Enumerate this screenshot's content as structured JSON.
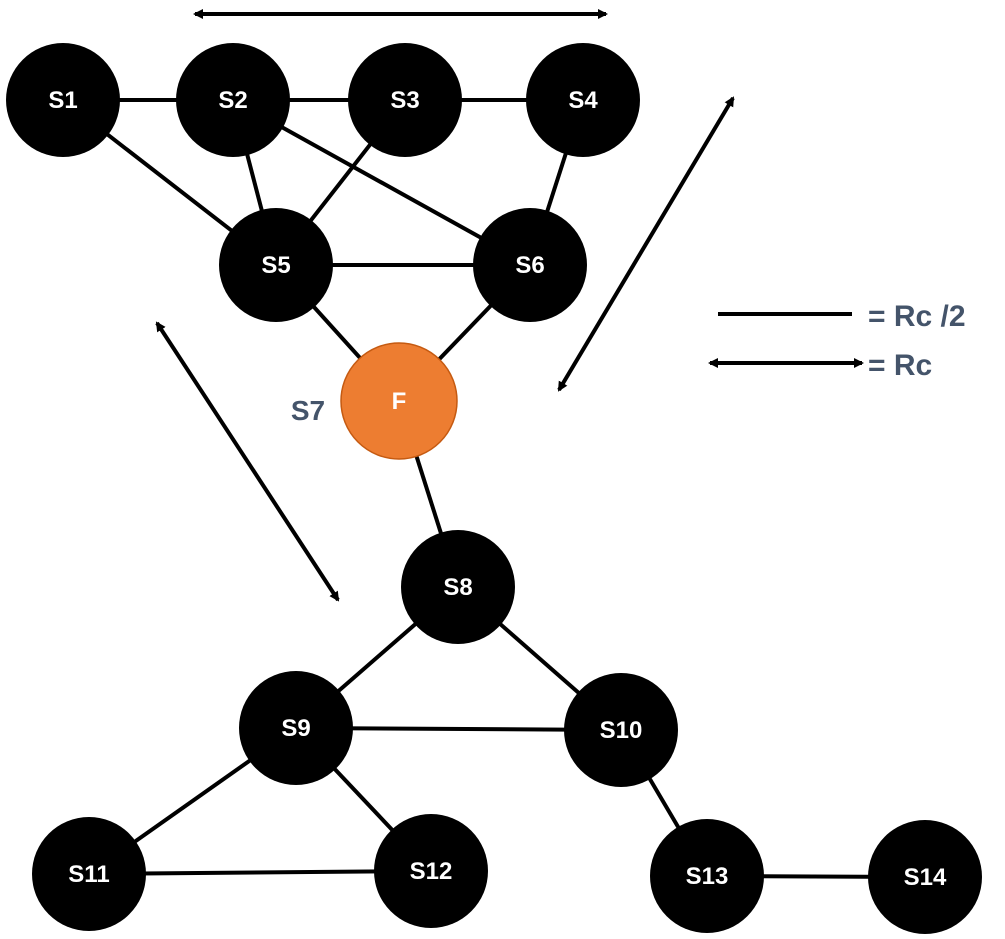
{
  "nodes": [
    {
      "id": "S1",
      "label": "S1",
      "color": "#000000"
    },
    {
      "id": "S2",
      "label": "S2",
      "color": "#000000"
    },
    {
      "id": "S3",
      "label": "S3",
      "color": "#000000"
    },
    {
      "id": "S4",
      "label": "S4",
      "color": "#000000"
    },
    {
      "id": "S5",
      "label": "S5",
      "color": "#000000"
    },
    {
      "id": "S6",
      "label": "S6",
      "color": "#000000"
    },
    {
      "id": "S7",
      "label": "F",
      "outer_label": "S7",
      "color": "#ed7d31",
      "border": "#c55a11"
    },
    {
      "id": "S8",
      "label": "S8",
      "color": "#000000"
    },
    {
      "id": "S9",
      "label": "S9",
      "color": "#000000"
    },
    {
      "id": "S10",
      "label": "S10",
      "color": "#000000"
    },
    {
      "id": "S11",
      "label": "S11",
      "color": "#000000"
    },
    {
      "id": "S12",
      "label": "S12",
      "color": "#000000"
    },
    {
      "id": "S13",
      "label": "S13",
      "color": "#000000"
    },
    {
      "id": "S14",
      "label": "S14",
      "color": "#000000"
    }
  ],
  "edges": [
    [
      "S1",
      "S2"
    ],
    [
      "S2",
      "S3"
    ],
    [
      "S3",
      "S4"
    ],
    [
      "S1",
      "S5"
    ],
    [
      "S2",
      "S5"
    ],
    [
      "S3",
      "S5"
    ],
    [
      "S2",
      "S6"
    ],
    [
      "S4",
      "S6"
    ],
    [
      "S5",
      "S6"
    ],
    [
      "S5",
      "S7"
    ],
    [
      "S6",
      "S7"
    ],
    [
      "S7",
      "S8"
    ],
    [
      "S8",
      "S9"
    ],
    [
      "S8",
      "S10"
    ],
    [
      "S9",
      "S10"
    ],
    [
      "S9",
      "S11"
    ],
    [
      "S9",
      "S12"
    ],
    [
      "S11",
      "S12"
    ],
    [
      "S10",
      "S13"
    ],
    [
      "S13",
      "S14"
    ]
  ],
  "legend": {
    "line_text": "= Rc /2",
    "arrow_text": "= Rc"
  },
  "colors": {
    "node": "#000000",
    "faulty_node": "#ed7d31",
    "label_text": "#44546a"
  }
}
